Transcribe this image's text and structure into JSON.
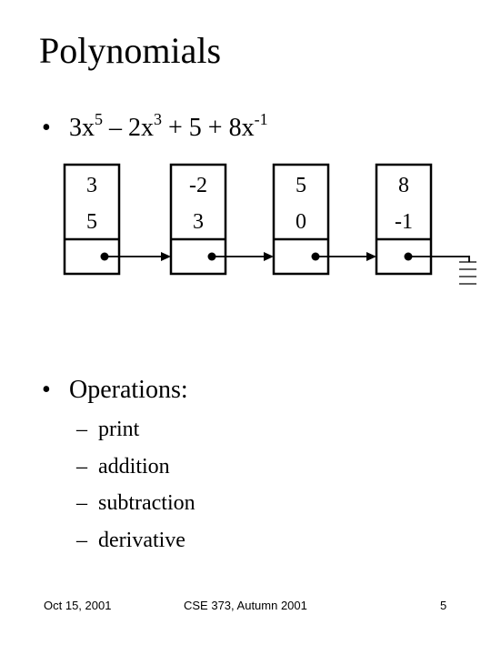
{
  "slide": {
    "title": "Polynomials",
    "bullet_marker": "•",
    "polynomial": {
      "t1_coef": "3x",
      "t1_exp": "5",
      "t2_coef": " – 2x",
      "t2_exp": "3",
      "t3": " + 5 + 8x",
      "t3_exp": "-1"
    },
    "nodes": [
      {
        "coef": "3",
        "exp": "5"
      },
      {
        "coef": "-2",
        "exp": "3"
      },
      {
        "coef": "5",
        "exp": "0"
      },
      {
        "coef": "8",
        "exp": "-1"
      }
    ],
    "operations_heading": "Operations:",
    "sub_marker": "–",
    "operations": [
      "print",
      "addition",
      "subtraction",
      "derivative"
    ]
  },
  "footer": {
    "date": "Oct 15, 2001",
    "course": "CSE 373, Autumn 2001",
    "page": "5"
  }
}
